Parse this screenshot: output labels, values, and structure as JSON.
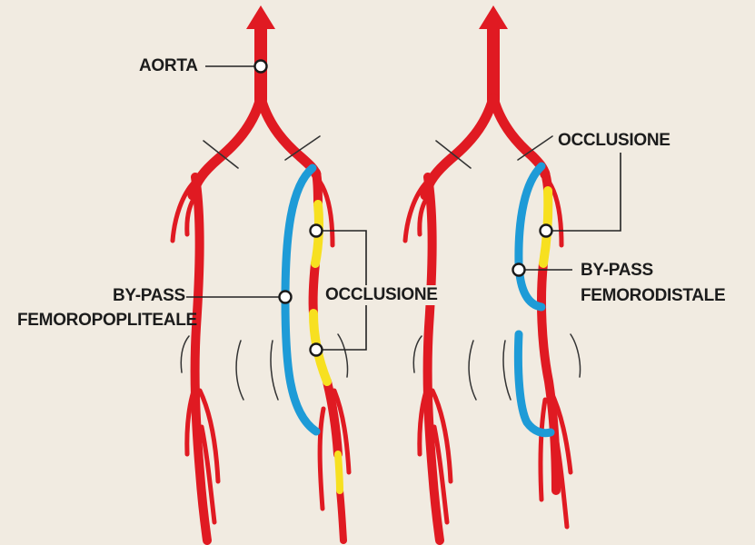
{
  "colors": {
    "background": "#f1ebe1",
    "artery": "#e01a22",
    "occlusion": "#f7e020",
    "bypass": "#1e9bd7",
    "leader": "#222222"
  },
  "labels": {
    "aorta": "AORTA",
    "left_bypass_line1": "BY-PASS",
    "left_bypass_line2": "FEMOROPOPLITEALE",
    "left_occlusion": "OCCLUSIONE",
    "right_occlusion": "OCCLUSIONE",
    "right_bypass_line1": "BY-PASS",
    "right_bypass_line2": "FEMORODISTALE"
  }
}
